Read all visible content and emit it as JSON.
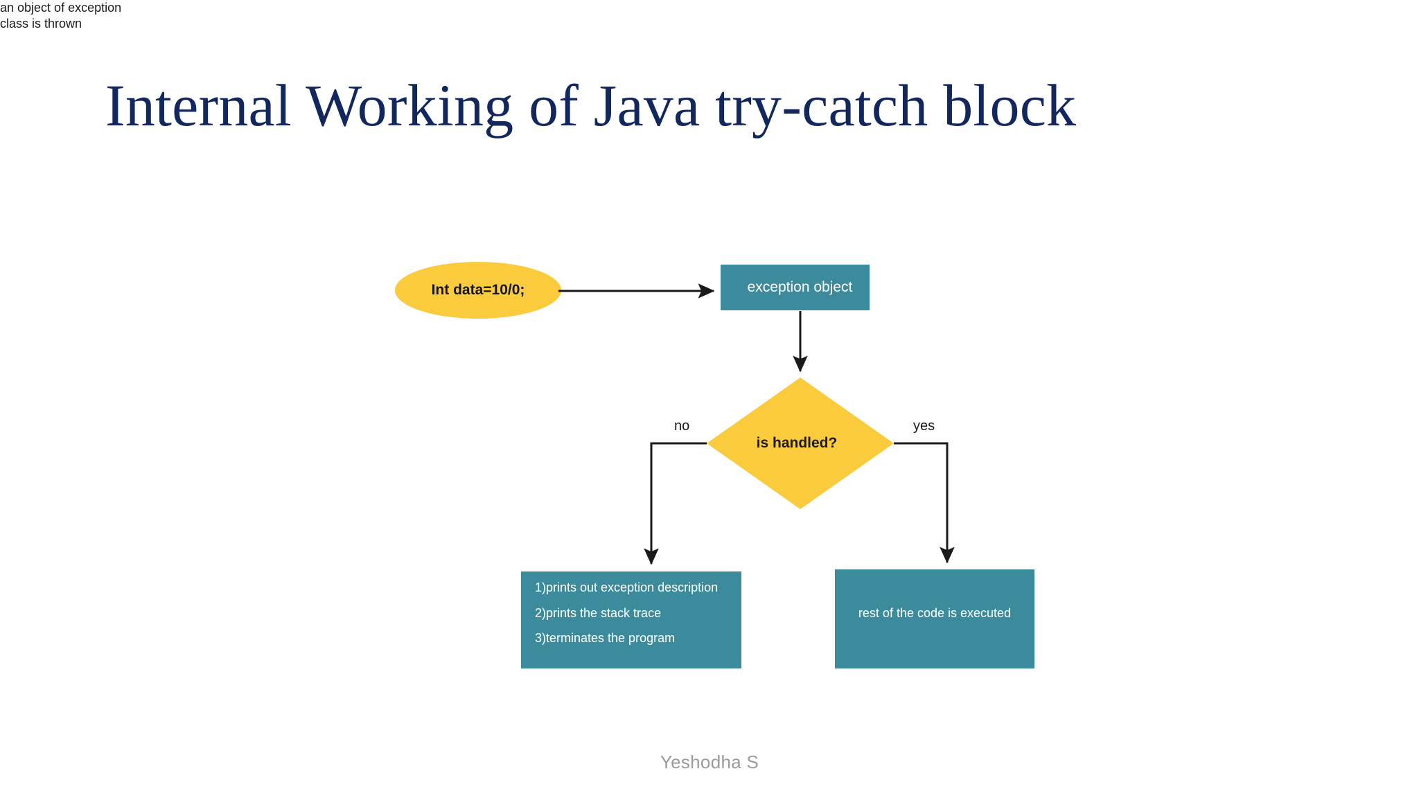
{
  "slide": {
    "title": "Internal Working of Java try-catch block",
    "footer": "Yeshodha S",
    "background_color": "#ffffff",
    "title_color": "#12275e",
    "footer_color": "#9b9b9b"
  },
  "palette": {
    "yellow": "#fbcb3e",
    "teal": "#3c8b9d",
    "line": "#1a1a1a",
    "white_text": "#ffffff",
    "dark_text": "#1a1a1a"
  },
  "diagram": {
    "type": "flowchart",
    "nodes": {
      "start": {
        "shape": "ellipse",
        "label": "Int data=10/0;",
        "fill": "#fbcb3e",
        "text_color": "#151515"
      },
      "exception_object": {
        "shape": "rectangle",
        "label": "exception object",
        "fill": "#3c8b9d",
        "text_color": "#ffffff"
      },
      "decision": {
        "shape": "diamond",
        "label": "is handled?",
        "fill": "#fbcb3e",
        "text_color": "#1a1a1a"
      },
      "unhandled": {
        "shape": "rectangle",
        "fill": "#3c8b9d",
        "text_color": "#ffffff",
        "lines": [
          "1)prints out exception description",
          "2)prints the stack trace",
          "3)terminates the program"
        ]
      },
      "handled": {
        "shape": "rectangle",
        "label": "rest of the code is executed",
        "fill": "#3c8b9d",
        "text_color": "#ffffff"
      }
    },
    "edges": {
      "throw": {
        "from": "start",
        "to": "exception_object",
        "label_line1": "an object of exception",
        "label_line2": "class is thrown"
      },
      "to_decision": {
        "from": "exception_object",
        "to": "decision",
        "label": ""
      },
      "no_branch": {
        "from": "decision",
        "to": "unhandled",
        "label": "no"
      },
      "yes_branch": {
        "from": "decision",
        "to": "handled",
        "label": "yes"
      }
    }
  }
}
